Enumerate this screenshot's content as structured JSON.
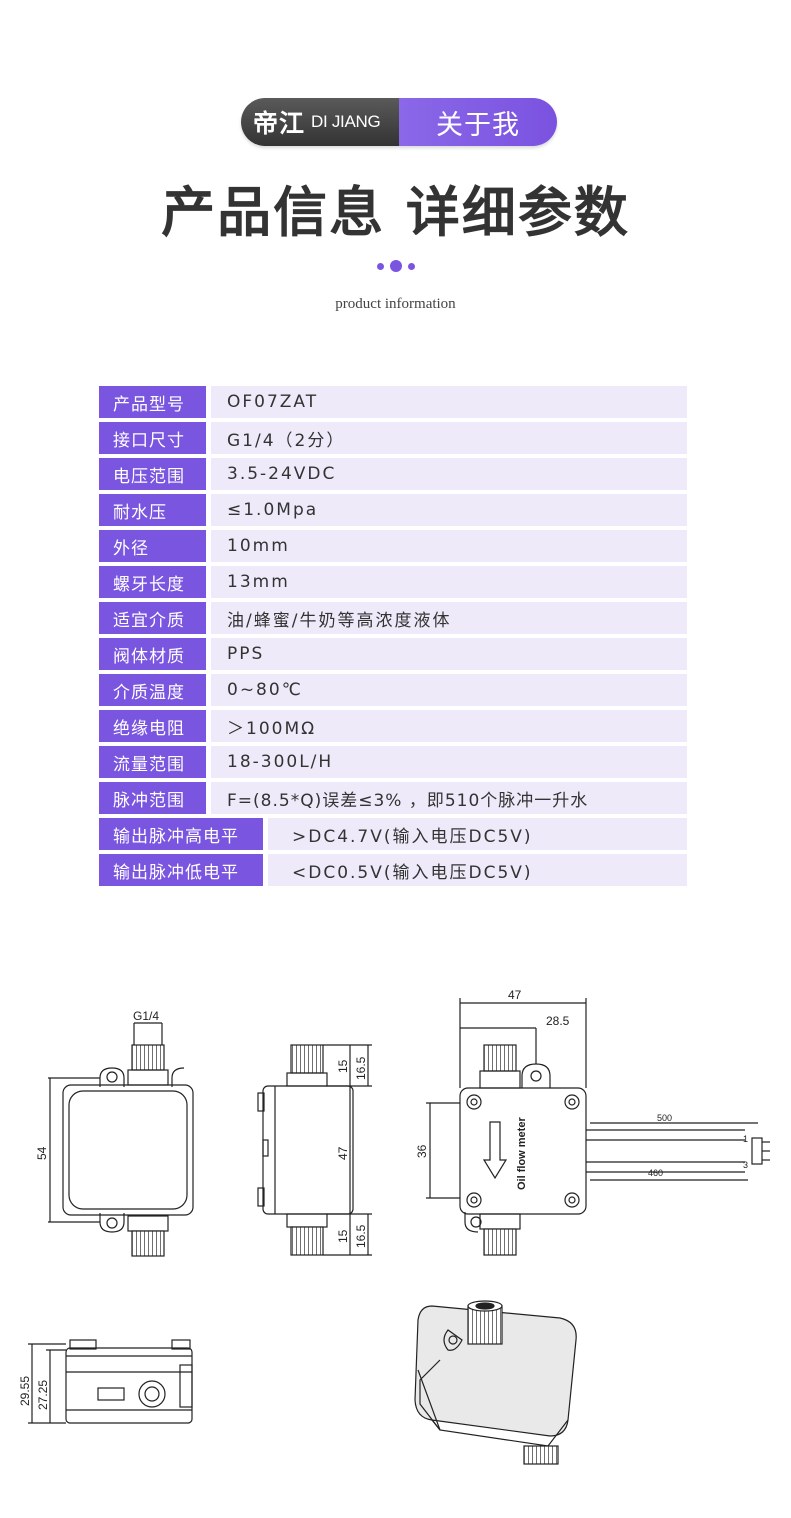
{
  "header": {
    "brand_cn": "帝江",
    "brand_en": "DI JIANG",
    "about": "关于我",
    "title": "产品信息 详细参数",
    "subtitle": "product information"
  },
  "specs": [
    {
      "label": "产品型号",
      "value": "OF07ZAT"
    },
    {
      "label": "接口尺寸",
      "value": "G1/4（2分）"
    },
    {
      "label": "电压范围",
      "value": "3.5-24VDC"
    },
    {
      "label": "耐水压",
      "value": "≤1.0Mpa"
    },
    {
      "label": "外径",
      "value": "10mm"
    },
    {
      "label": "螺牙长度",
      "value": "13mm"
    },
    {
      "label": "适宜介质",
      "value": "油/蜂蜜/牛奶等高浓度液体"
    },
    {
      "label": "阀体材质",
      "value": "PPS"
    },
    {
      "label": "介质温度",
      "value": "0~80℃"
    },
    {
      "label": "绝缘电阻",
      "value": "＞100MΩ"
    },
    {
      "label": "流量范围",
      "value": "18-300L/H"
    },
    {
      "label": "脉冲范围",
      "value": "F=(8.5*Q)误差≤3% ，即510个脉冲一升水"
    },
    {
      "label": "输出脉冲高电平",
      "value": ">DC4.7V(输入电压DC5V)"
    },
    {
      "label": "输出脉冲低电平",
      "value": "<DC0.5V(输入电压DC5V)"
    }
  ],
  "drawing_labels": {
    "thread": "G1/4",
    "width_54": "54",
    "h_15_top": "15",
    "h_165_top": "16.5",
    "h_47_side": "47",
    "h_15_bot": "15",
    "h_165_bot": "16.5",
    "w_47_top": "47",
    "w_285": "28.5",
    "h_36": "36",
    "cable_500": "500",
    "cable_460": "460",
    "pin_1": "1",
    "pin_3": "3",
    "h_2955": "29.55",
    "h_2725": "27.25",
    "meter_text": "Oil flow meter"
  }
}
